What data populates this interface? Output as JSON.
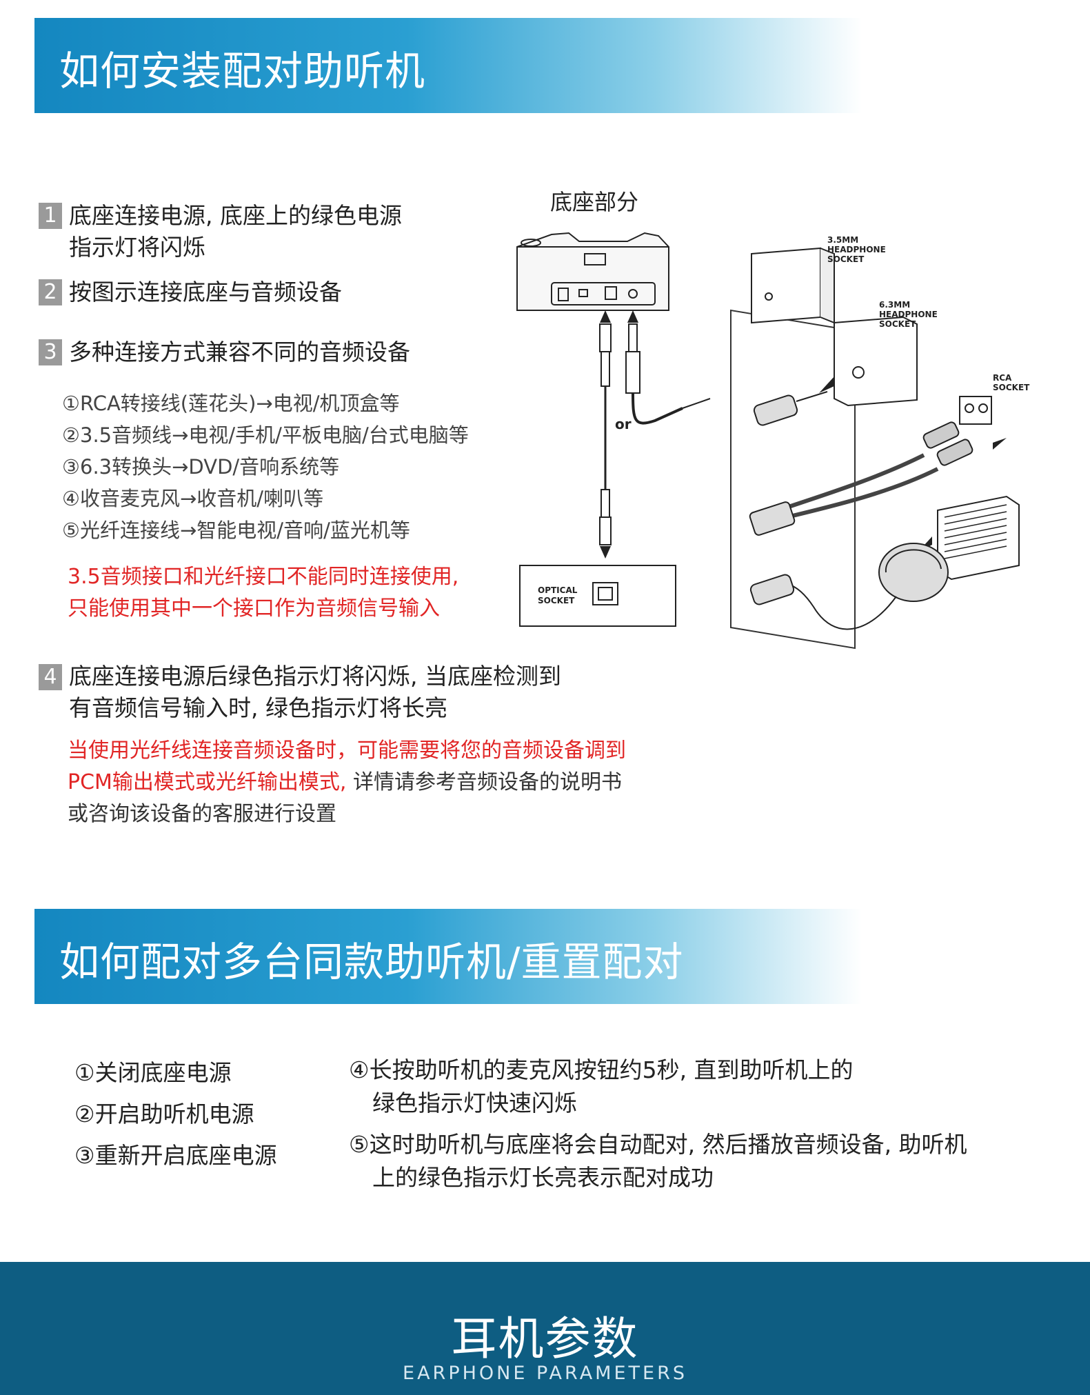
{
  "section1": {
    "title": "如何安装配对助听机",
    "steps": [
      {
        "num": "1",
        "lines": [
          "底座连接电源, 底座上的绿色电源",
          "指示灯将闪烁"
        ]
      },
      {
        "num": "2",
        "lines": [
          "按图示连接底座与音频设备"
        ]
      },
      {
        "num": "3",
        "lines": [
          "多种连接方式兼容不同的音频设备"
        ]
      },
      {
        "num": "4",
        "lines": [
          "底座连接电源后绿色指示灯将闪烁, 当底座检测到",
          "有音频信号输入时, 绿色指示灯将长亮"
        ]
      }
    ],
    "connection_methods": [
      "①RCA转接线(莲花头)→电视/机顶盒等",
      "②3.5音频线→电视/手机/平板电脑/台式电脑等",
      "③6.3转换头→DVD/音响系统等",
      "④收音麦克风→收音机/喇叭等",
      "⑤光纤连接线→智能电视/音响/蓝光机等"
    ],
    "warning_lines": [
      "3.5音频接口和光纤接口不能同时连接使用,",
      "只能使用其中一个接口作为音频信号输入"
    ],
    "note_red_1": "当使用光纤线连接音频设备时，可能需要将您的音频设备调到",
    "note_red_2": "PCM输出模式或光纤输出模式,",
    "note_black_2": " 详情请参考音频设备的说明书",
    "note_black_3": "或咨询该设备的客服进行设置",
    "diagram": {
      "caption": "底座部分",
      "or_label": "or",
      "optical_line1": "OPTICAL",
      "optical_line2": "SOCKET",
      "hp35_line1": "3.5MM",
      "hp35_line2": "HEADPHONE",
      "hp35_line3": "SOCKET",
      "hp63_line1": "6.3MM",
      "hp63_line2": "HEADPHONE",
      "hp63_line3": "SOCKET",
      "rca_line1": "RCA",
      "rca_line2": "SOCKET"
    }
  },
  "section2": {
    "title": "如何配对多台同款助听机/重置配对",
    "left_steps": [
      "①关闭底座电源",
      "②开启助听机电源",
      "③重新开启底座电源"
    ],
    "right_steps": [
      {
        "lines": [
          "④长按助听机的麦克风按钮约5秒, 直到助听机上的",
          "绿色指示灯快速闪烁"
        ]
      },
      {
        "lines": [
          "⑤这时助听机与底座将会自动配对, 然后播放音频设备, 助听机",
          "上的绿色指示灯长亮表示配对成功"
        ]
      }
    ]
  },
  "footer": {
    "title": "耳机参数",
    "subtitle": "EARPHONE PARAMETERS"
  },
  "colors": {
    "banner": "#1487c0",
    "badge": "#9a9a9a",
    "warning": "#e12525",
    "footer": "#0e5d82"
  }
}
